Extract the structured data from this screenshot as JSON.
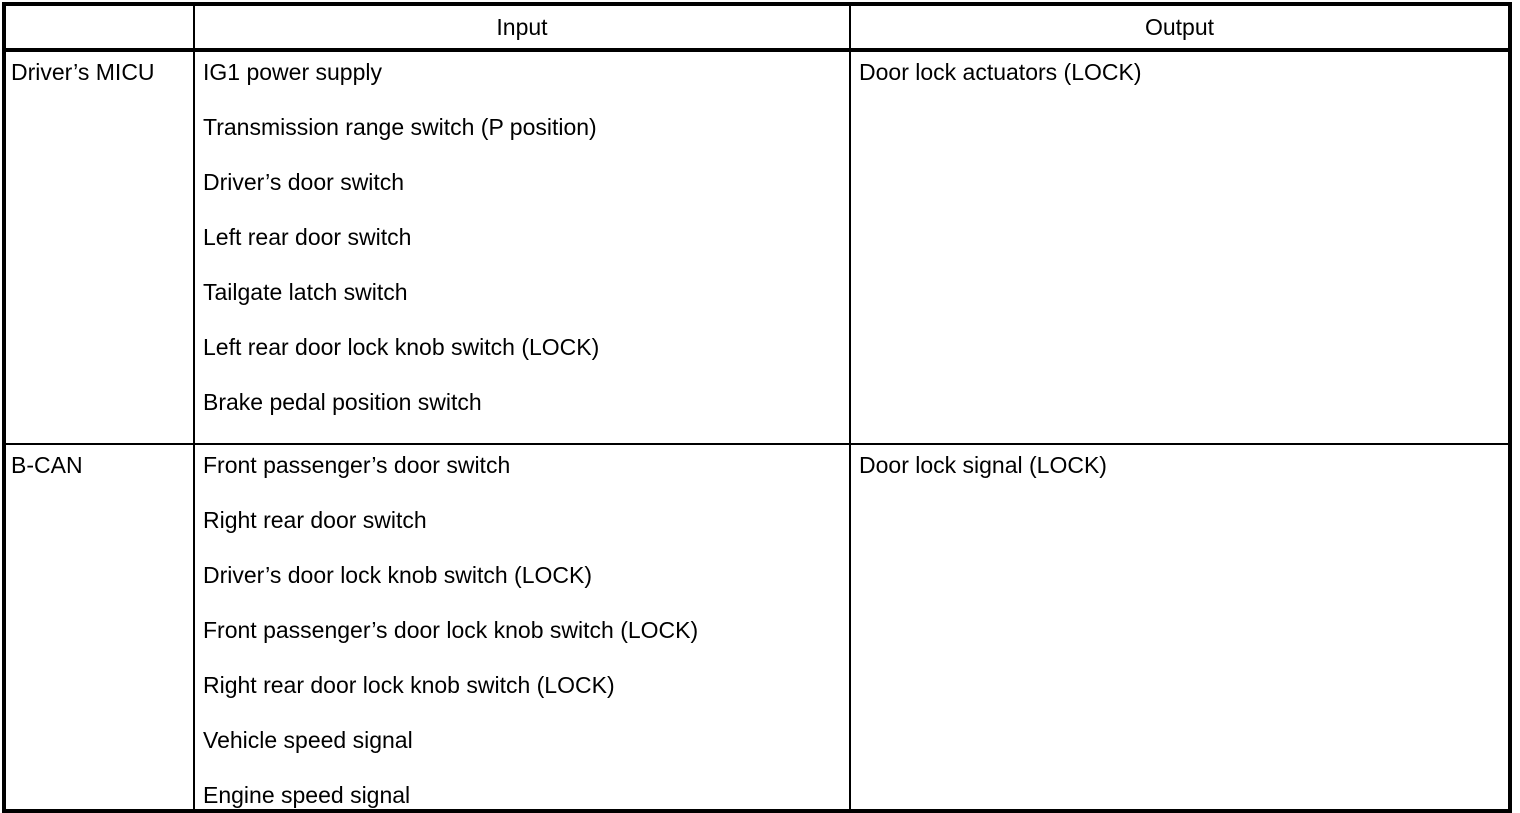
{
  "table": {
    "headers": {
      "category": "",
      "input": "Input",
      "output": "Output"
    },
    "groups": [
      {
        "category": "Driver’s MICU",
        "inputs": [
          "IG1 power supply",
          "Transmission range switch (P position)",
          "Driver’s door switch",
          "Left rear door switch",
          "Tailgate latch switch",
          "Left rear door lock knob switch (LOCK)",
          "Brake pedal position switch"
        ],
        "outputs": [
          "Door lock actuators (LOCK)"
        ]
      },
      {
        "category": "B-CAN",
        "inputs": [
          "Front passenger’s door switch",
          "Right rear door switch",
          "Driver’s door lock knob switch (LOCK)",
          "Front passenger’s door lock knob switch (LOCK)",
          "Right rear door lock knob switch (LOCK)",
          "Vehicle speed signal",
          "Engine speed signal"
        ],
        "outputs": [
          "Door lock signal (LOCK)"
        ]
      }
    ]
  },
  "colors": {
    "border": "#000000",
    "background": "#ffffff",
    "text": "#000000"
  }
}
